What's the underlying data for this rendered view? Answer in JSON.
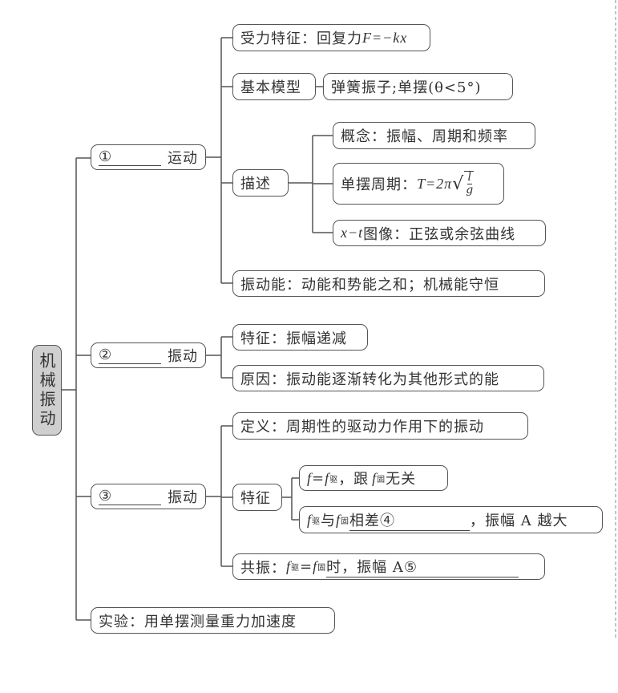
{
  "root": "机械振动",
  "branches": {
    "free": {
      "num": "①",
      "suffix": "运动"
    },
    "damped": {
      "num": "②",
      "suffix": "振动"
    },
    "forced": {
      "num": "③",
      "suffix": "振动"
    },
    "experiment": "实验：用单摆测量重力加速度"
  },
  "free": {
    "force": "受力特征：回复力",
    "force_formula": "F=−kx",
    "model_label": "基本模型",
    "model_value": "弹簧振子;单摆(θ<5°)",
    "describe": "描述",
    "concept": "概念：振幅、周期和频率",
    "period_label": "单摆周期：",
    "period_T": "T=2π",
    "period_num": "l",
    "period_den": "g",
    "xt_var": "x−t",
    "xt_text": "图像：正弦或余弦曲线",
    "energy": "振动能：动能和势能之和；机械能守恒"
  },
  "damped": {
    "feature": "特征：振幅递减",
    "reason": "原因：振动能逐渐转化为其他形式的能"
  },
  "forced": {
    "definition": "定义：周期性的驱动力作用下的振动",
    "feature_label": "特征",
    "f": "f",
    "sub_drive": "驱",
    "sub_nat": "固",
    "f1_mid": "=",
    "f1_text1": "，跟",
    "f1_text2": "无关",
    "f2_with": "与",
    "f2_diff": "相差④",
    "f2_end": "，振幅 A 越大",
    "resonance_label": "共振：",
    "resonance_eq": "=",
    "resonance_text": "时，振幅 A⑤"
  }
}
